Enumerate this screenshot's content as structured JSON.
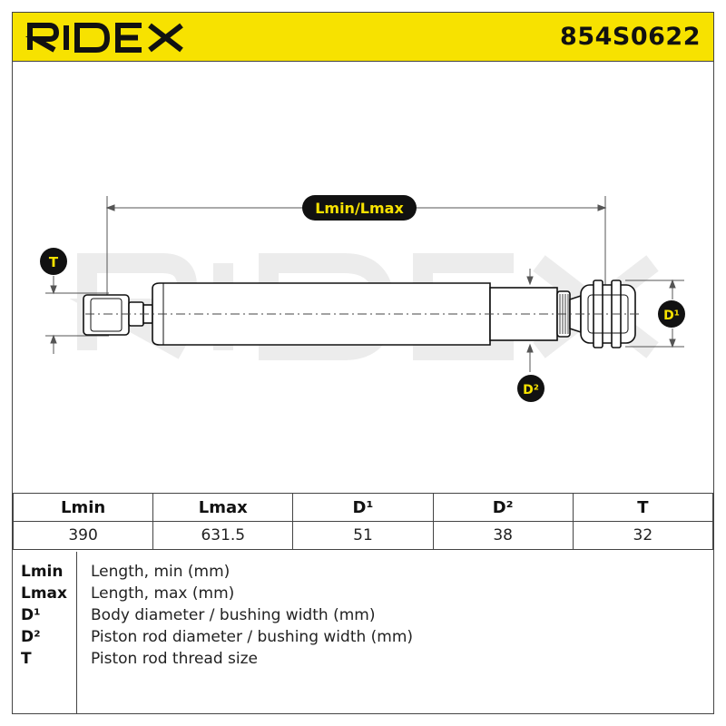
{
  "header": {
    "brand": "RIDEX",
    "part_number": "854S0622"
  },
  "diagram": {
    "length_label": "Lmin/Lmax",
    "label_T": "T",
    "label_D1": "D¹",
    "label_D2": "D²",
    "watermark": "RIDEX"
  },
  "table": {
    "headers": [
      "Lmin",
      "Lmax",
      "D¹",
      "D²",
      "T"
    ],
    "values": [
      "390",
      "631.5",
      "51",
      "38",
      "32"
    ]
  },
  "legend": [
    {
      "key": "Lmin",
      "desc": "Length, min (mm)"
    },
    {
      "key": "Lmax",
      "desc": "Length, max (mm)"
    },
    {
      "key": "D¹",
      "desc": "Body diameter / bushing width (mm)"
    },
    {
      "key": "D²",
      "desc": "Piston rod diameter / bushing width (mm)"
    },
    {
      "key": "T",
      "desc": "Piston rod thread size"
    }
  ],
  "colors": {
    "accent": "#f7e200",
    "badge": "#111111",
    "watermark": "#ececec"
  }
}
